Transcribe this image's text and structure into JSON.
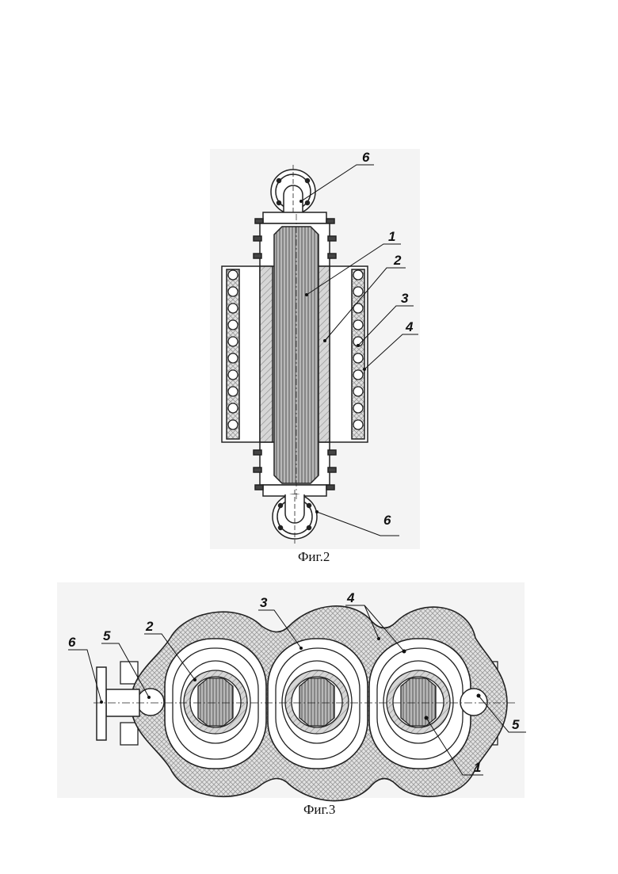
{
  "fig2": {
    "caption": "Фиг.2",
    "labels": {
      "l6_top": "6",
      "l1": "1",
      "l2": "2",
      "l3": "3",
      "l4": "4",
      "l6_bottom": "6"
    }
  },
  "fig3": {
    "caption": "Фиг.3",
    "labels": {
      "l6": "6",
      "l5_left": "5",
      "l2": "2",
      "l3": "3",
      "l4": "4",
      "l5_right": "5",
      "l1": "1"
    }
  }
}
